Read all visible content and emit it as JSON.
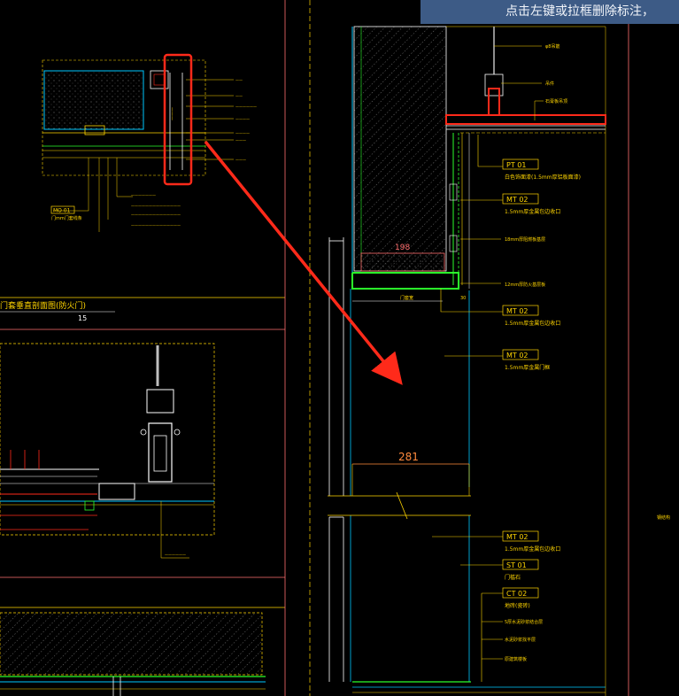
{
  "hint_bar": {
    "text": "点击左键或拉框删除标注，"
  },
  "colors": {
    "background": "#000000",
    "yellow": "#ffd500",
    "white": "#ffffff",
    "red": "#ff2a1a",
    "green": "#2bff2b",
    "cyan": "#00c8ff",
    "hint_bg": "#3d5b86"
  },
  "left_detail": {
    "title": "门套垂直剖面图(防火门)",
    "scale": "15",
    "tag_code": "MO  01",
    "tag_desc": "门mm门套线条"
  },
  "callouts": {
    "pt01": {
      "code": "PT  01",
      "desc": "白色饰面漆(1.5mm厚铝板面漆)"
    },
    "mt02a": {
      "code": "MT  02",
      "desc": "1.5mm厚金属包边收口"
    },
    "mt02b": {
      "code": "MT  02",
      "desc": "1.5mm厚金属包边收口"
    },
    "mt02c": {
      "code": "MT  02",
      "desc": "1.5mm厚金属门框"
    },
    "mt02d": {
      "code": "MT  02",
      "desc": "1.5mm厚金属包边收口"
    },
    "st01": {
      "code": "ST  01",
      "desc": "门槛石"
    },
    "ct02": {
      "code": "CT  02",
      "desc": "地砖(瓷砖)"
    }
  },
  "notes": {
    "top_rod": "φ8吊筋",
    "top_hanger": "吊件",
    "top_ceiling": "石膏板吊顶",
    "note_18mm": "18mm厚阻燃板基层",
    "note_12mm": "12mm厚防火基层板",
    "ct_note1": "5厚水泥砂浆结合层",
    "ct_note2": "水泥砂浆找平层",
    "ct_note3": "原建筑楼板",
    "right_edge": "钢结构"
  },
  "dims": {
    "d198": "198",
    "d281": "281",
    "d_side": "门套宽",
    "d_small": "30"
  }
}
